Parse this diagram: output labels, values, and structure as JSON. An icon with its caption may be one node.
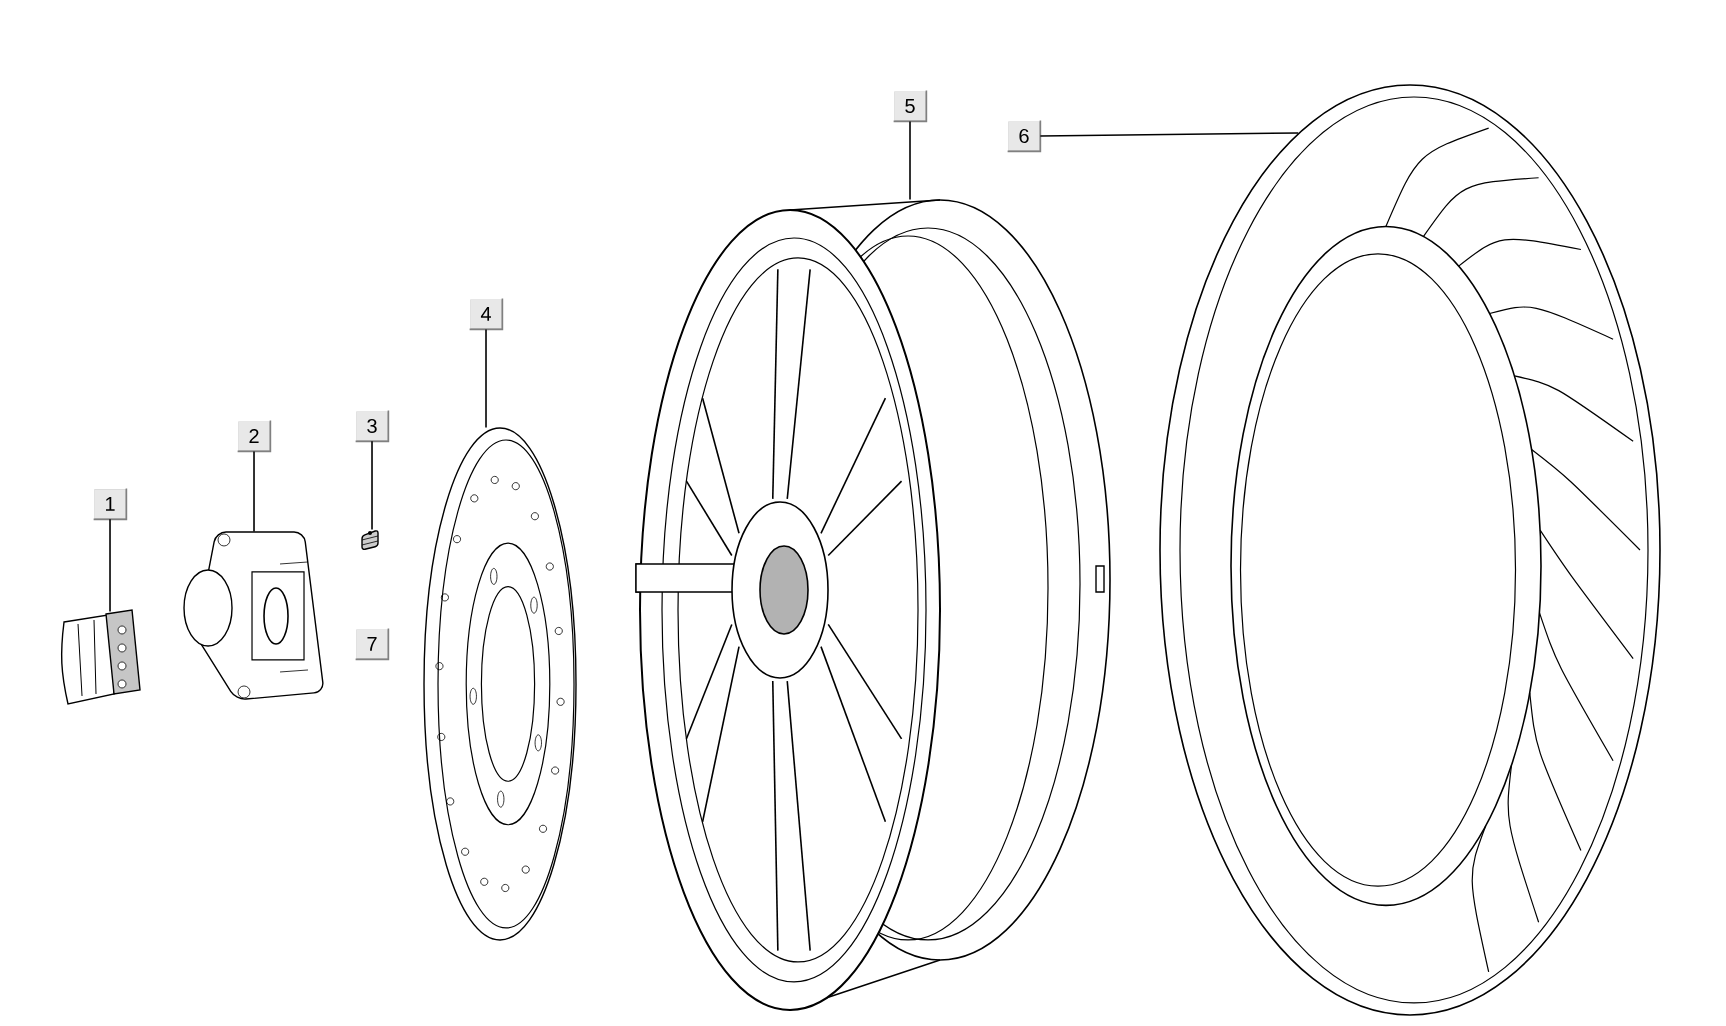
{
  "diagram": {
    "nodes": [
      {
        "text": [
          "1"
        ]
      },
      {
        "text": [
          "2"
        ]
      },
      {
        "text": [
          "3"
        ]
      },
      {
        "text": [
          "4"
        ]
      },
      {
        "text": [
          "5"
        ]
      },
      {
        "text": [
          "6"
        ]
      },
      {
        "text": [
          "7"
        ]
      },
      {
        "text": [],
        "shape": "picture"
      },
      {
        "text": [],
        "shape": "picture"
      },
      {
        "text": [],
        "shape": "picture"
      },
      {
        "text": [],
        "shape": "picture"
      },
      {
        "text": [],
        "shape": "picture"
      },
      {
        "text": [],
        "shape": "picture"
      }
    ],
    "edges": [
      {
        "from": 0,
        "to": 7,
        "arrow": "none"
      },
      {
        "from": 1,
        "to": 8,
        "arrow": "none"
      },
      {
        "from": 2,
        "to": 9,
        "arrow": "none"
      },
      {
        "from": 3,
        "to": 10,
        "arrow": "none"
      },
      {
        "from": 4,
        "to": 11,
        "arrow": "none"
      },
      {
        "from": 5,
        "to": 12,
        "arrow": "none"
      }
    ]
  }
}
